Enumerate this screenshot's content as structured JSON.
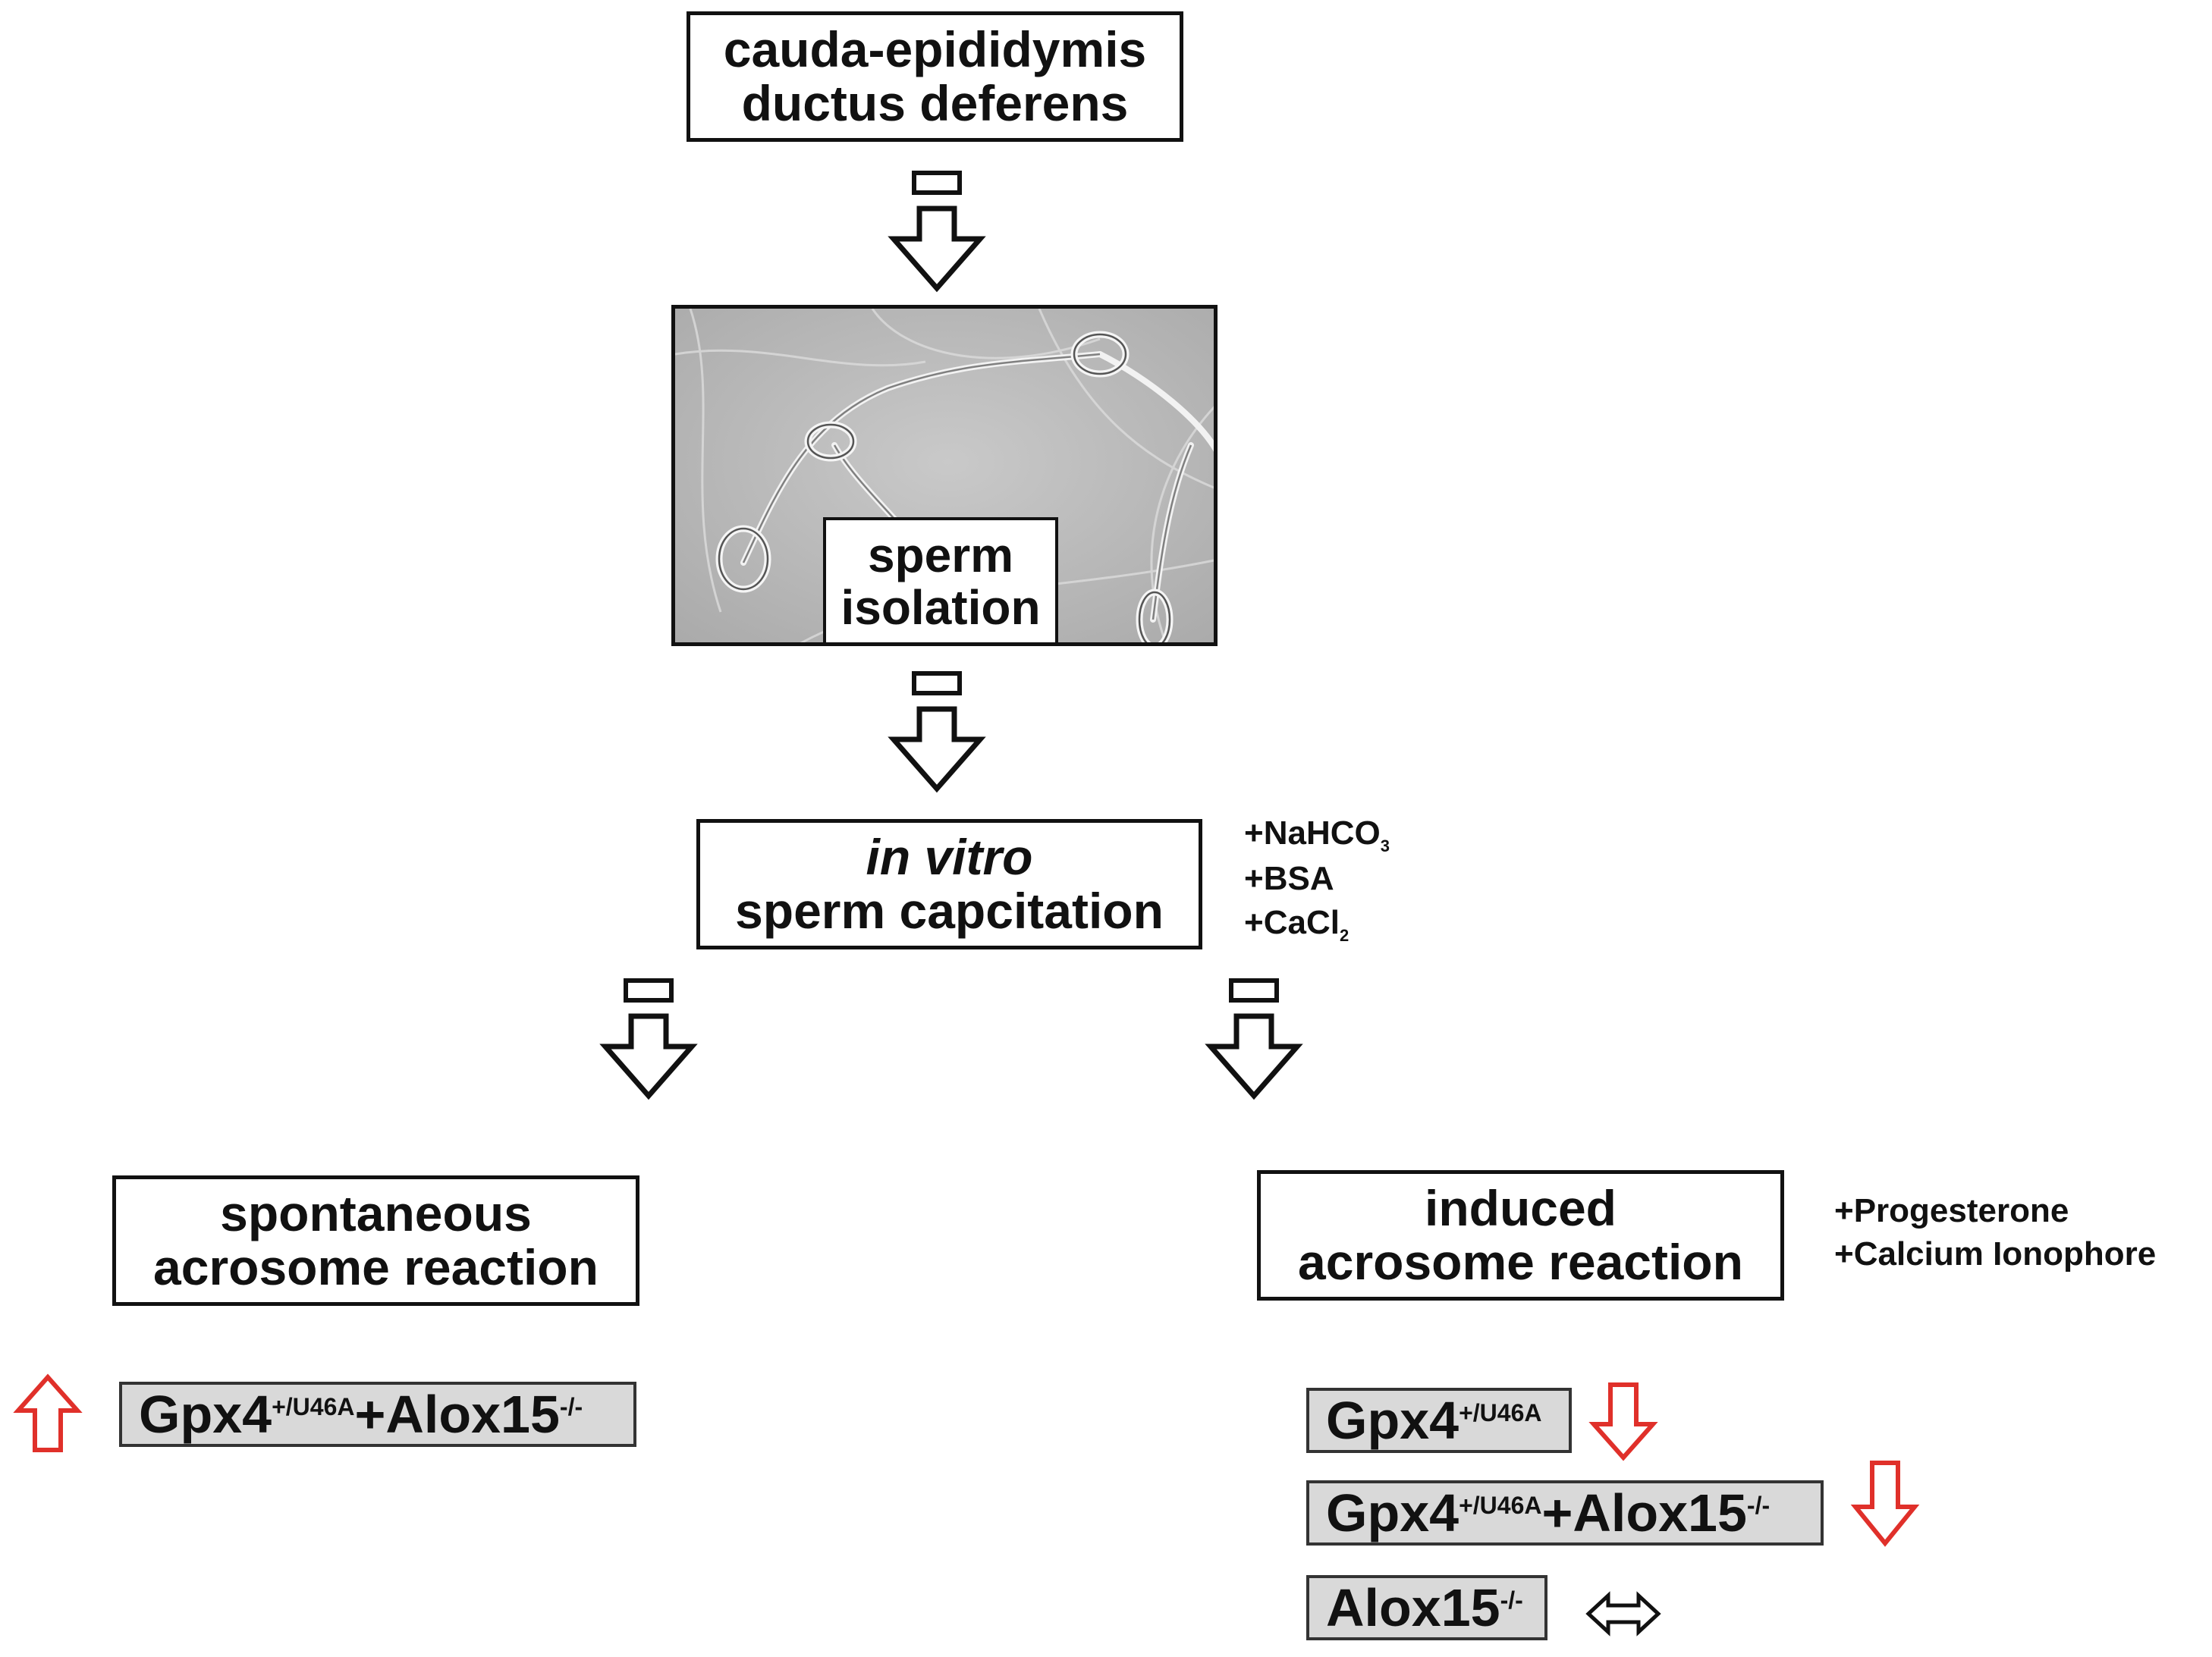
{
  "top_box": {
    "line1": "cauda-epididymis",
    "line2": "ductus deferens"
  },
  "isolation_box": {
    "line1": "sperm",
    "line2": "isolation"
  },
  "capacitation_box": {
    "line1": "in vitro",
    "line2": "sperm capcitation"
  },
  "capacitation_conditions": {
    "item1": "+NaHCO",
    "item1_sub": "3",
    "item2": "+BSA",
    "item3": "+CaCl",
    "item3_sub": "2"
  },
  "spontaneous_box": {
    "line1": "spontaneous",
    "line2": "acrosome reaction"
  },
  "induced_box": {
    "line1": "induced",
    "line2": "acrosome reaction"
  },
  "induced_conditions": {
    "item1": "+Progesterone",
    "item2": "+Calcium Ionophore"
  },
  "spontaneous_results": [
    {
      "label_a": "Gpx4",
      "sup_a": "+/U46A",
      "label_b": "+Alox15",
      "sup_b": "-/-",
      "effect": "increase"
    }
  ],
  "induced_results": [
    {
      "label_a": "Gpx4",
      "sup_a": "+/U46A",
      "effect": "decrease"
    },
    {
      "label_a": "Gpx4",
      "sup_a": "+/U46A",
      "label_b": "+Alox15",
      "sup_b": "-/-",
      "effect": "decrease"
    },
    {
      "label_a": "Alox15",
      "sup_a": "-/-",
      "effect": "no change"
    }
  ],
  "colors": {
    "increase": "#e0302a",
    "decrease": "#e0302a",
    "no_change": "#111111",
    "result_fill": "#d9d9d9"
  }
}
